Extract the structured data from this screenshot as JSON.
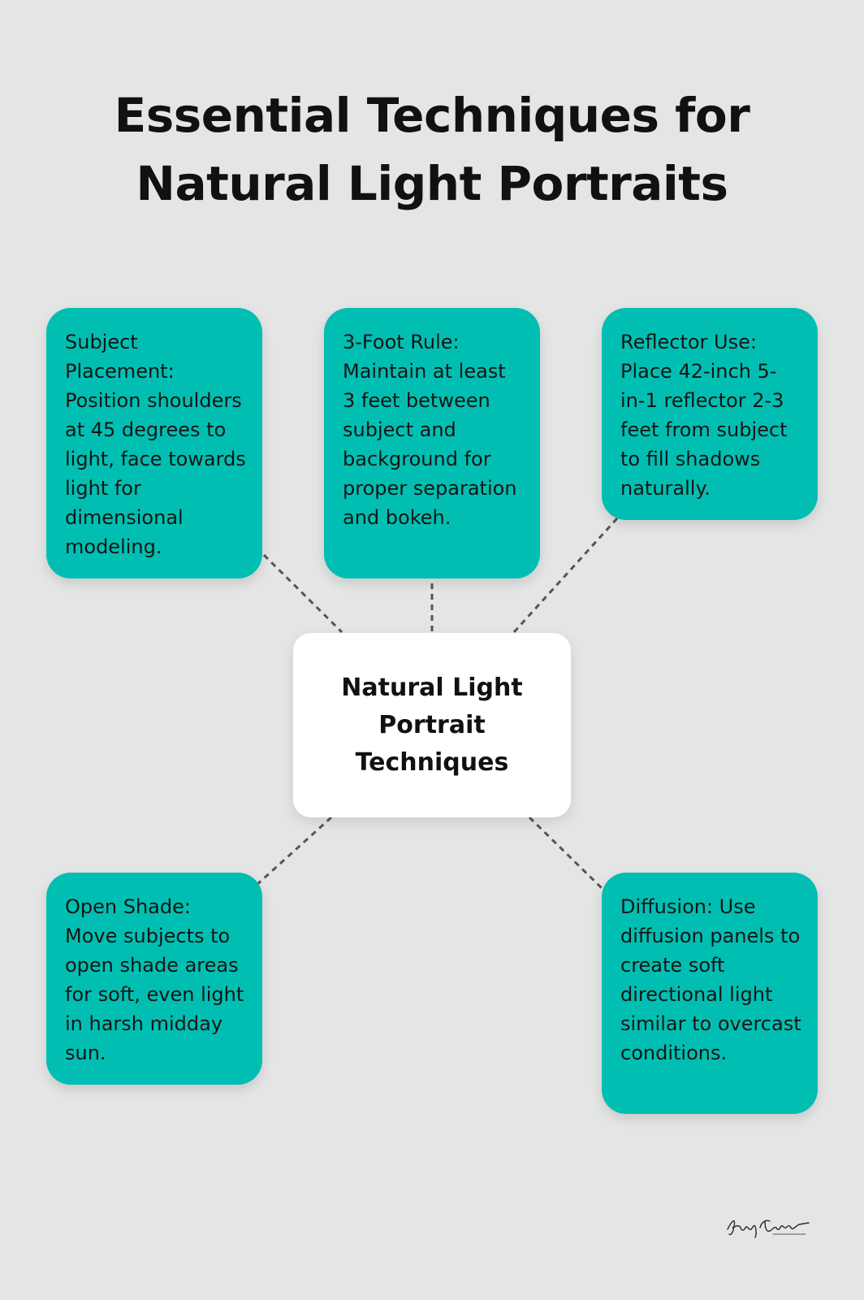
{
  "title": {
    "line1": "Essential Techniques for",
    "line2": "Natural Light Portraits"
  },
  "center": {
    "label": "Natural Light Portrait Techniques"
  },
  "cards": [
    {
      "id": "subject-placement",
      "text": "Subject Placement: Position shoulders at 45 degrees to light, face towards light for dimensional modeling."
    },
    {
      "id": "three-foot-rule",
      "text": "3-Foot Rule: Maintain at least 3 feet between subject and background for proper separation and bokeh."
    },
    {
      "id": "reflector-use",
      "text": "Reflector Use: Place 42-inch 5-in-1 reflector 2-3 feet from subject to fill shadows naturally."
    },
    {
      "id": "open-shade",
      "text": "Open Shade: Move subjects to open shade areas for soft, even light in harsh midday sun."
    },
    {
      "id": "diffusion",
      "text": "Diffusion: Use diffusion panels to create soft directional light similar to overcast conditions."
    }
  ],
  "colors": {
    "background": "#e4e5e5",
    "card": "#00bfb2",
    "center": "#ffffff",
    "connector": "#555555"
  },
  "signature": {
    "icon": "signature-logo-icon"
  }
}
